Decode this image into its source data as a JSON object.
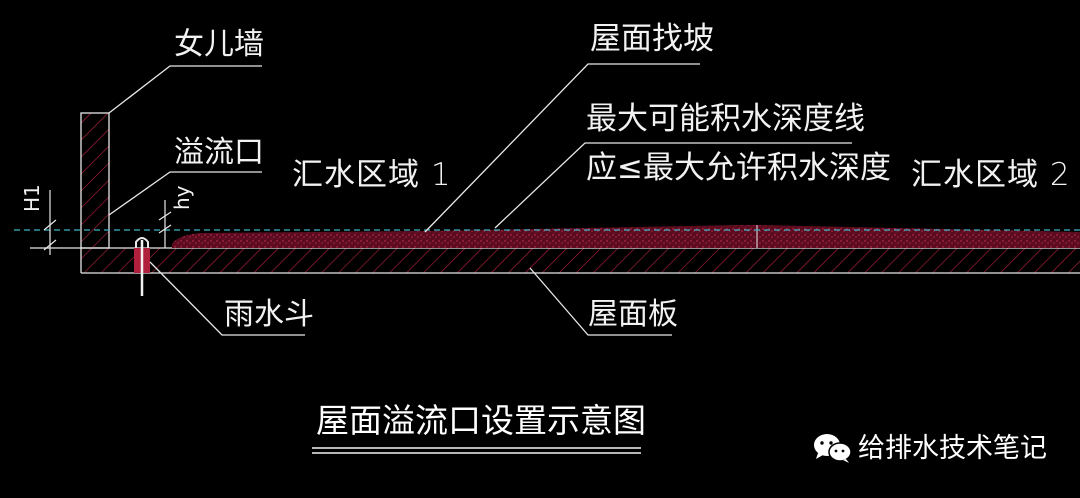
{
  "labels": {
    "parapet": "女儿墙",
    "roof_slope": "屋面找坡",
    "max_water_line": "最大可能积水深度线",
    "allowable_depth": "应≤最大允许积水深度",
    "overflow": "溢流口",
    "rain_hopper": "雨水斗",
    "roof_slab": "屋面板",
    "zone1": "汇水区域 1",
    "zone2": "汇水区域 2",
    "h1": "H1",
    "hy": "hy"
  },
  "title": "屋面溢流口设置示意图",
  "watermark": {
    "text": "给排水技术笔记",
    "icon": "wechat-icon"
  },
  "colors": {
    "background": "#000000",
    "line": "#e8e8e8",
    "water_line": "#3fb6c4",
    "hatch": "#b0203c",
    "slope_fill": "#7a1026"
  }
}
